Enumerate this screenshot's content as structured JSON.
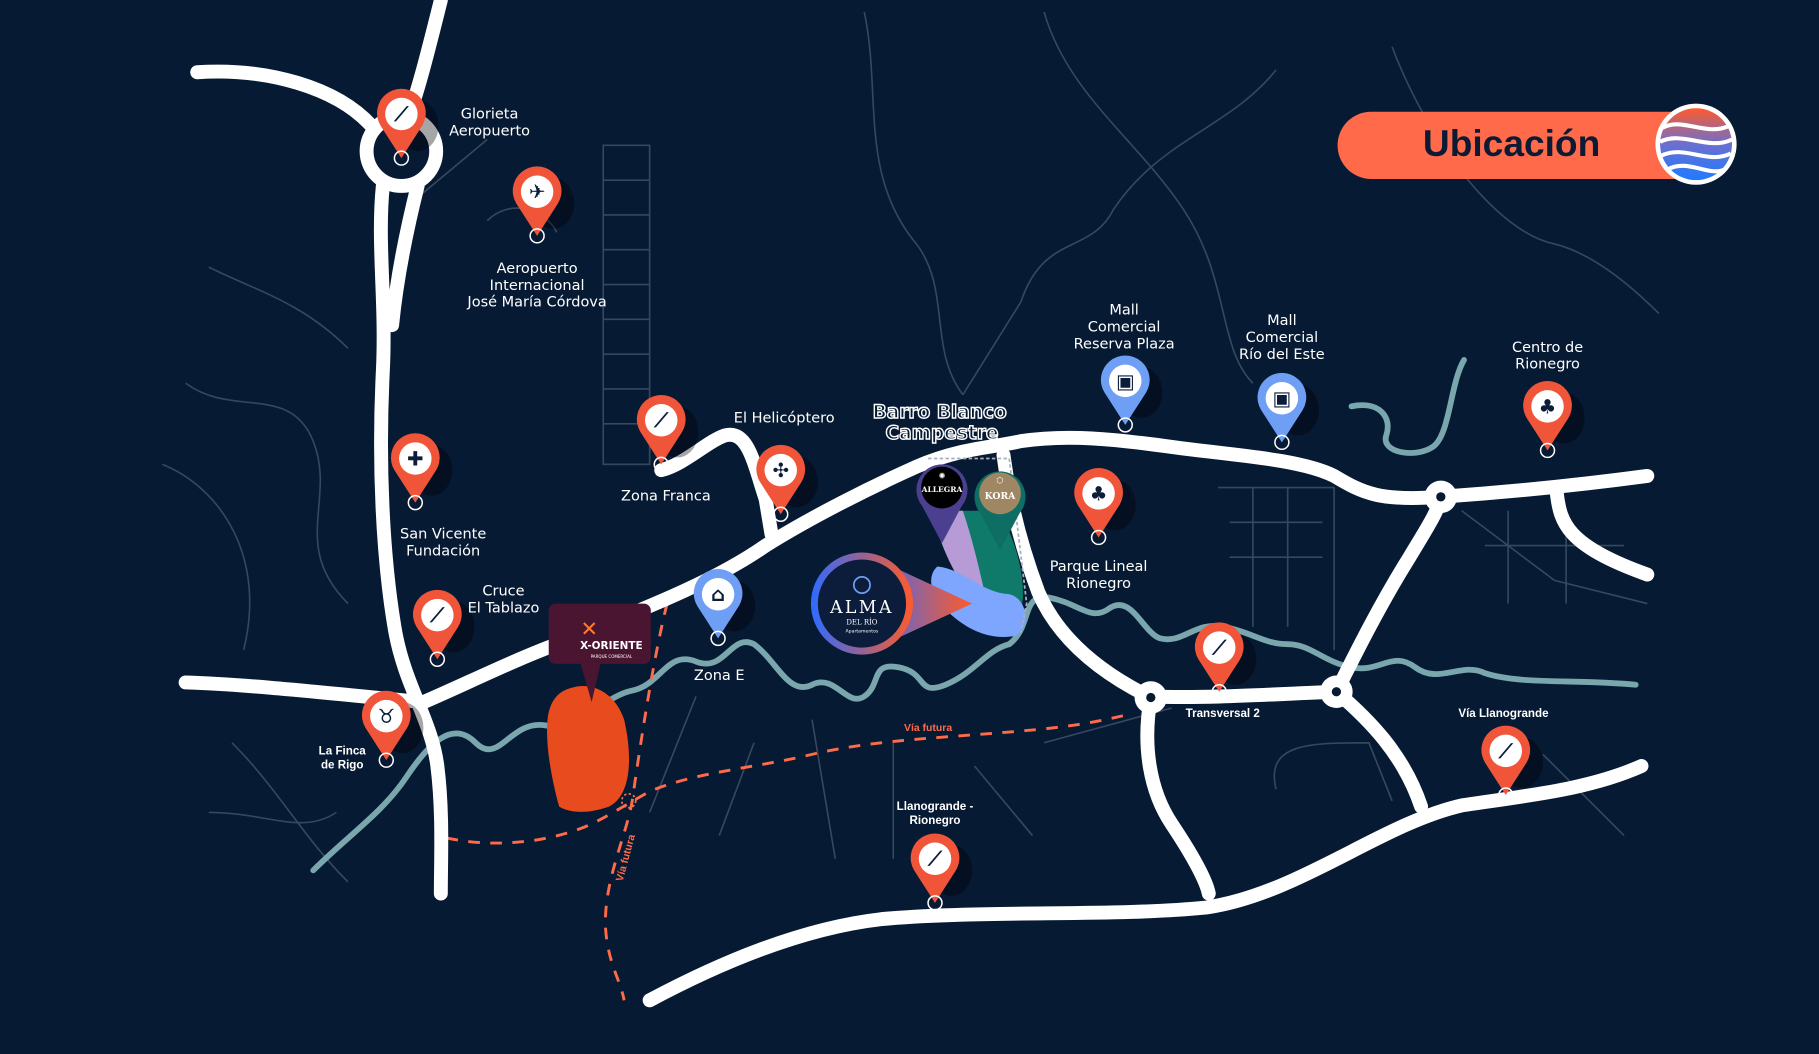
{
  "title": "Ubicación",
  "colors": {
    "background": "#071a33",
    "accent": "#ff6b4a",
    "pin_orange": "#f0553a",
    "pin_blue": "#6f9ef5",
    "river": "#7aa6ad",
    "road": "#ffffff",
    "xoriente": "#4a1530",
    "allegra": "#4b3f8f",
    "kora": "#0f6e63"
  },
  "area_label": [
    "Barro Blanco",
    "Campestre"
  ],
  "future_road_label": "Vía futura",
  "projects": {
    "alma": {
      "name": "ALMA",
      "sub": "DEL RÍO",
      "type": "Apartamentos"
    },
    "allegra": {
      "name": "ALLEGRA"
    },
    "kora": {
      "name": "KORA"
    },
    "xoriente": {
      "name": "X-ORIENTE",
      "sub": "PARQUE COMERCIAL"
    }
  },
  "pins": [
    {
      "lines": [
        "Glorieta",
        "Aeropuerto"
      ],
      "color": "orange",
      "icon": "road-icon"
    },
    {
      "lines": [
        "Aeropuerto",
        "Internacional",
        "José María Córdova"
      ],
      "color": "orange",
      "icon": "airplane-icon"
    },
    {
      "lines": [
        "San Vicente",
        "Fundación"
      ],
      "color": "orange",
      "icon": "hospital-cross-icon"
    },
    {
      "lines": [
        "Cruce",
        "El Tablazo"
      ],
      "color": "orange",
      "icon": "road-icon"
    },
    {
      "lines": [
        "La Finca",
        "de Rigo"
      ],
      "color": "orange",
      "icon": "cow-icon",
      "small": true
    },
    {
      "lines": [
        "Zona Franca"
      ],
      "color": "orange",
      "icon": "road-icon"
    },
    {
      "lines": [
        "El Helicóptero"
      ],
      "color": "orange",
      "icon": "helicopter-icon"
    },
    {
      "lines": [
        "Zona E"
      ],
      "color": "blue",
      "icon": "house-icon"
    },
    {
      "lines": [
        "Mall",
        "Comercial",
        "Reserva Plaza"
      ],
      "color": "blue",
      "icon": "shopping-bag-icon"
    },
    {
      "lines": [
        "Mall",
        "Comercial",
        "Río del Este"
      ],
      "color": "blue",
      "icon": "shopping-bag-icon"
    },
    {
      "lines": [
        "Centro de",
        "Rionegro"
      ],
      "color": "orange",
      "icon": "tree-icon"
    },
    {
      "lines": [
        "Parque Lineal",
        "Rionegro"
      ],
      "color": "orange",
      "icon": "tree-icon"
    },
    {
      "lines": [
        "Transversal 2"
      ],
      "color": "orange",
      "icon": "road-icon",
      "small": true
    },
    {
      "lines": [
        "Vía Llanogrande"
      ],
      "color": "orange",
      "icon": "road-icon",
      "small": true
    },
    {
      "lines": [
        "Llanogrande -",
        "Rionegro"
      ],
      "color": "orange",
      "icon": "road-icon",
      "small": true
    }
  ]
}
